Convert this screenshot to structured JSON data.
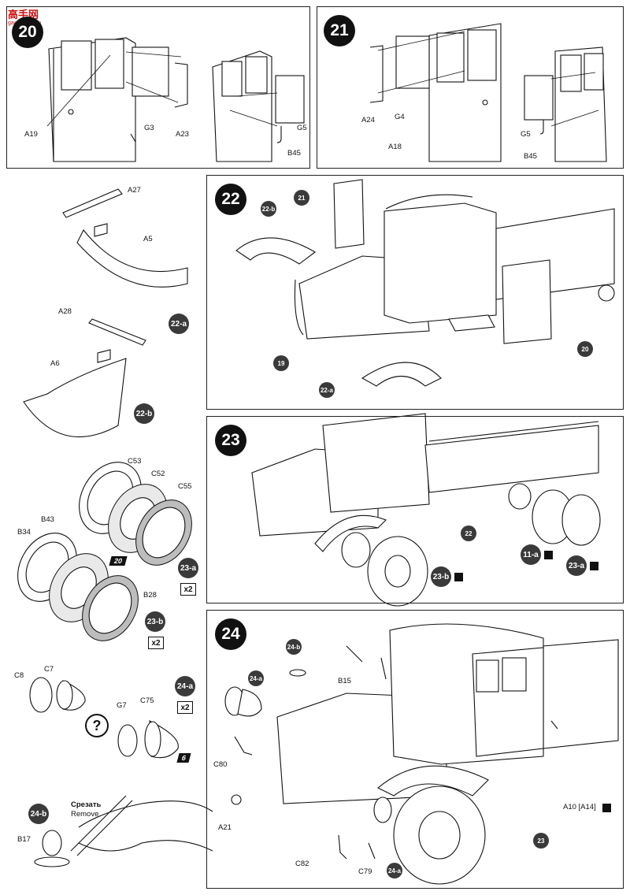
{
  "watermark": {
    "logo_text": "高手网",
    "logo_sub": "gaoshou.com"
  },
  "steps": {
    "s20": {
      "number": "20",
      "labels": [
        "A19",
        "G3",
        "A23",
        "G5",
        "B45"
      ]
    },
    "s21": {
      "number": "21",
      "labels": [
        "A24",
        "G4",
        "A18",
        "G5",
        "B45"
      ]
    },
    "s22": {
      "number": "22",
      "callouts": [
        "22-b",
        "21",
        "19",
        "22-a",
        "20"
      ]
    },
    "s23": {
      "number": "23",
      "callouts": [
        "22",
        "11-a",
        "23-a",
        "23-b"
      ]
    },
    "s24": {
      "number": "24",
      "labels": [
        "B15",
        "C80",
        "A21",
        "C82",
        "C79",
        "A10 [A14]"
      ],
      "callouts": [
        "24-b",
        "24-a",
        "23",
        "24-a"
      ]
    }
  },
  "side_parts": {
    "fenders": {
      "labels": [
        "A27",
        "A5",
        "A28",
        "A6"
      ],
      "callouts": [
        "22-a",
        "22-b"
      ]
    },
    "wheels": {
      "labels": [
        "C53",
        "C52",
        "C55",
        "B43",
        "B34",
        "B28"
      ],
      "ref": "20",
      "callouts": [
        "23-a",
        "23-b"
      ],
      "multipliers": [
        "x2",
        "x2"
      ]
    },
    "lamps": {
      "labels": [
        "C8",
        "C7",
        "G7",
        "C75"
      ],
      "ref": "6",
      "callout": "24-a",
      "multiplier": "x2",
      "question": "?"
    },
    "emblem": {
      "callout": "24-b",
      "cut_ru": "Срезать",
      "cut_en": "Remove",
      "label": "B17"
    }
  }
}
